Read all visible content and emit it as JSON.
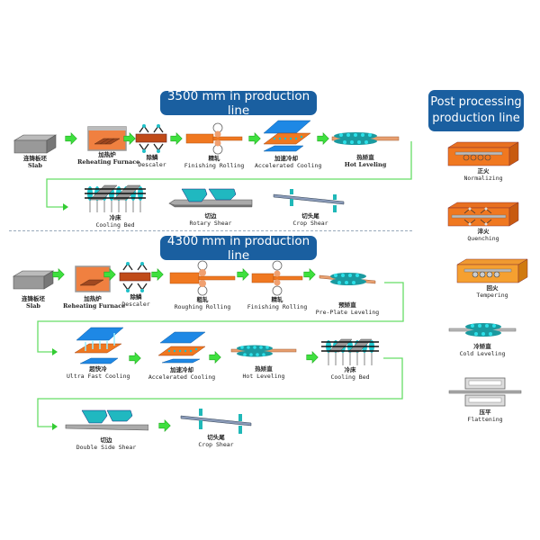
{
  "line_3500": {
    "title": "3500 mm in production line",
    "steps": [
      {
        "cn": "连铸板坯",
        "en": "Slab"
      },
      {
        "cn": "加热炉",
        "en": "Reheating Furnace"
      },
      {
        "cn": "除鳞",
        "en": "Descaler"
      },
      {
        "cn": "精轧",
        "en": "Finishing Rolling"
      },
      {
        "cn": "加速冷却",
        "en": "Accelerated Cooling"
      },
      {
        "cn": "热矫直",
        "en": "Hot Leveling"
      },
      {
        "cn": "冷床",
        "en": "Cooling Bed"
      },
      {
        "cn": "切边",
        "en": "Rotary Shear"
      },
      {
        "cn": "切头尾",
        "en": "Crop Shear"
      }
    ]
  },
  "line_4300": {
    "title": "4300 mm in production line",
    "steps": [
      {
        "cn": "连铸板坯",
        "en": "Slab"
      },
      {
        "cn": "加热炉",
        "en": "Reheating Furnace"
      },
      {
        "cn": "除鳞",
        "en": "Descaler"
      },
      {
        "cn": "粗轧",
        "en": "Roughing Rolling"
      },
      {
        "cn": "精轧",
        "en": "Finishing Rolling"
      },
      {
        "cn": "预矫直",
        "en": "Pre-Plate Leveling"
      },
      {
        "cn": "超快冷",
        "en": "Ultra Fast Cooling"
      },
      {
        "cn": "加速冷却",
        "en": "Accelerated Cooling"
      },
      {
        "cn": "热矫直",
        "en": "Hot Leveling"
      },
      {
        "cn": "冷床",
        "en": "Cooling Bed"
      },
      {
        "cn": "切边",
        "en": "Double Side Shear"
      },
      {
        "cn": "切头尾",
        "en": "Crop Shear"
      }
    ]
  },
  "post_processing": {
    "title_line1": "Post processing",
    "title_line2": "production line",
    "steps": [
      {
        "cn": "正火",
        "en": "Normalizing"
      },
      {
        "cn": "淬火",
        "en": "Quenching"
      },
      {
        "cn": "回火",
        "en": "Tempering"
      },
      {
        "cn": "冷矫直",
        "en": "Cold Leveling"
      },
      {
        "cn": "压平",
        "en": "Flattening"
      }
    ]
  },
  "colors": {
    "banner": "#1a5fa0",
    "arrow": "#33dd33",
    "orange": "#f07820",
    "blue": "#1e88e5",
    "teal": "#20c0c8",
    "connector": "#66dd66"
  }
}
